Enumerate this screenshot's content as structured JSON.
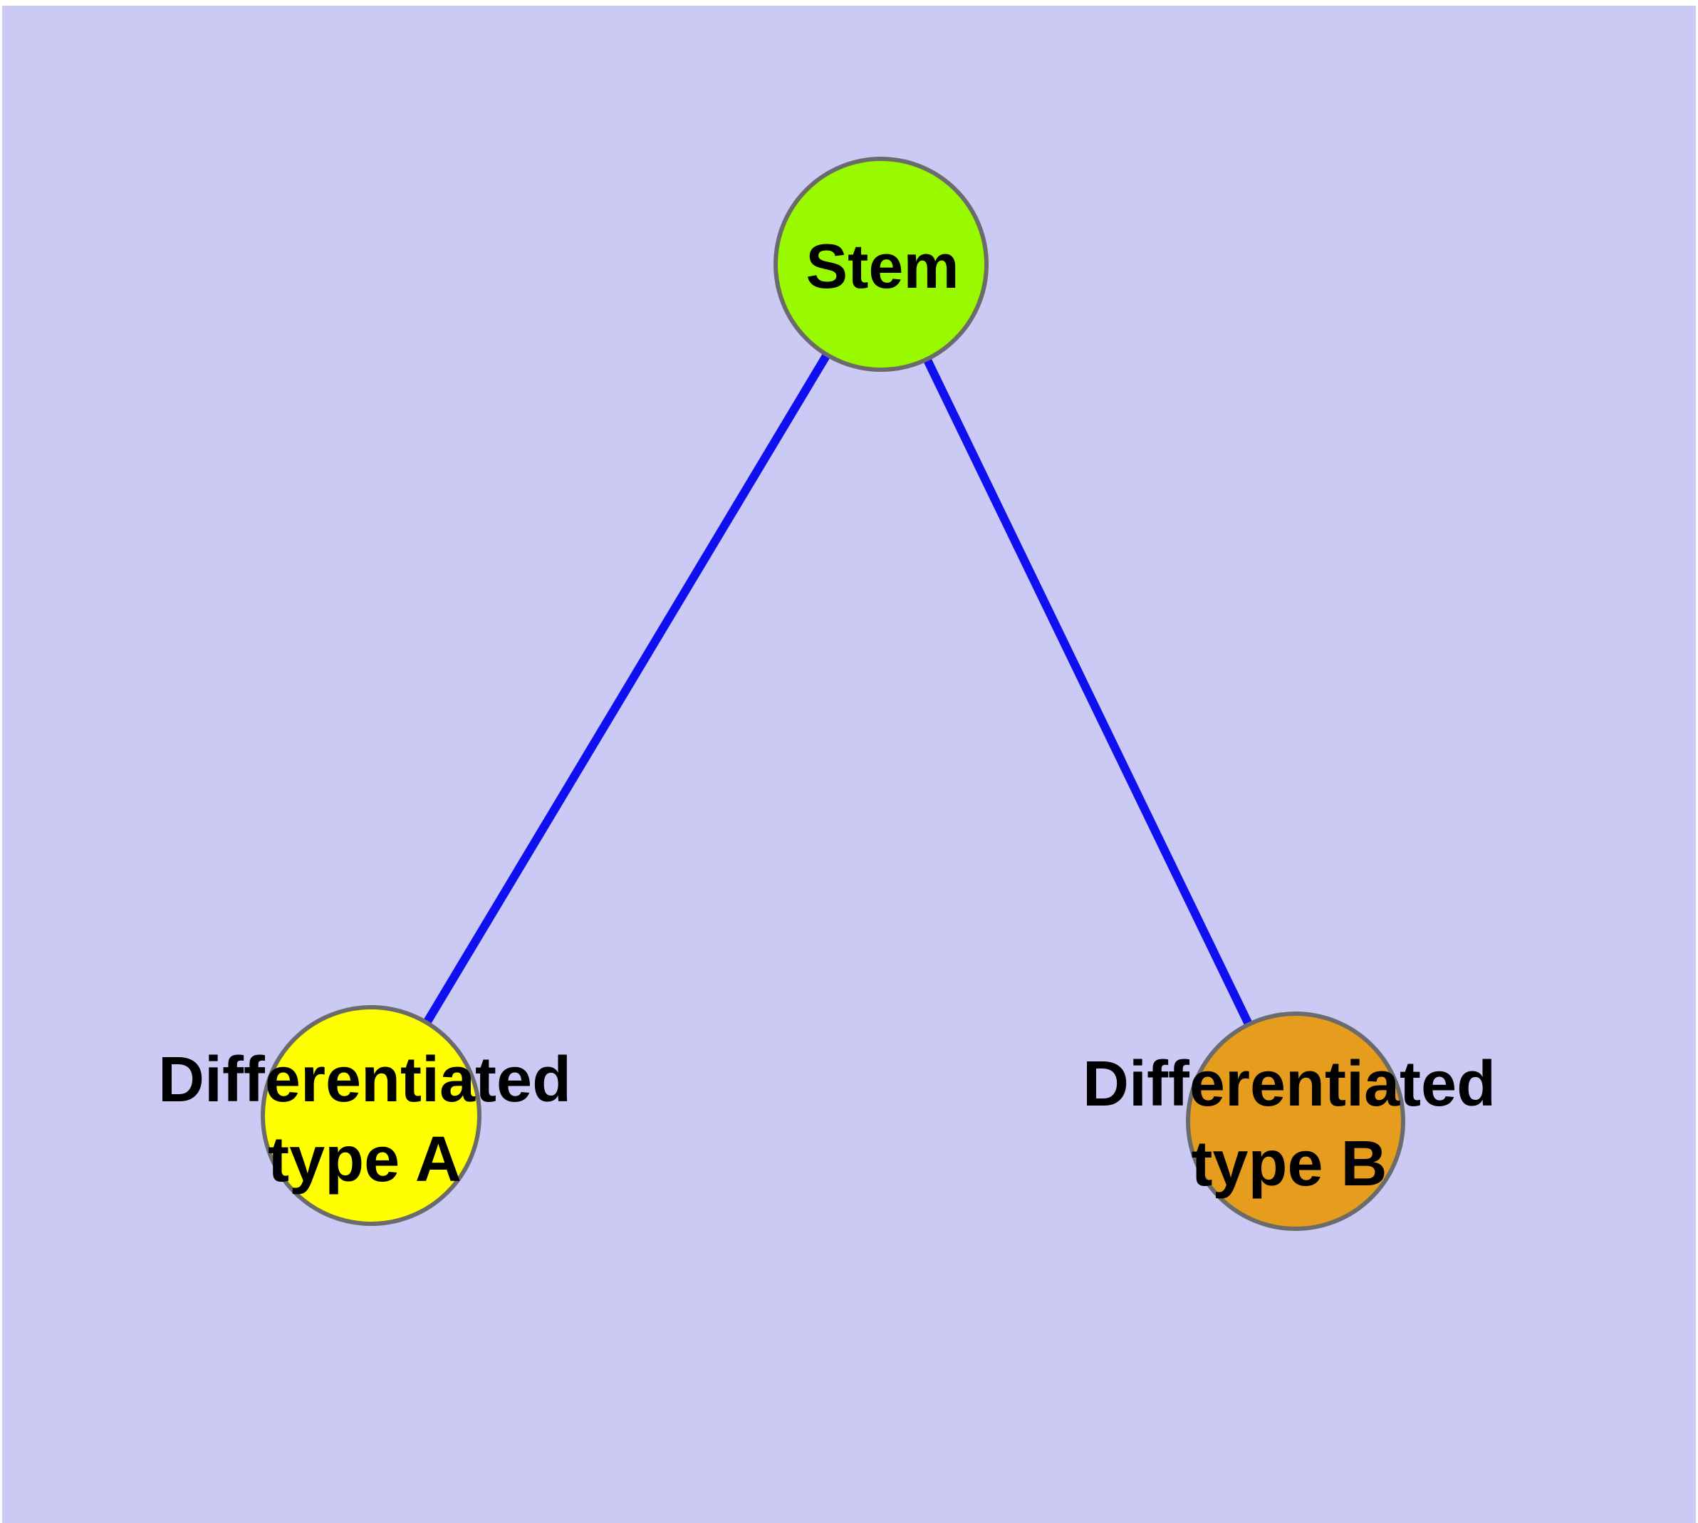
{
  "diagram": {
    "type": "graph",
    "description": "Cell differentiation graph: one stem node connected to two differentiated cell type nodes",
    "background_color": "#CACAF4",
    "page_background": "#FFFFFF",
    "edge_color": "#0F0FF0",
    "node_border_color": "#6B6B6B",
    "label_color": "#000000",
    "nodes": [
      {
        "id": "stem",
        "label": "Stem",
        "lines": [
          "Stem"
        ],
        "fill": "#99FA00"
      },
      {
        "id": "type-a",
        "label": "Differentiated type A",
        "lines": [
          "Differentiated",
          "type A"
        ],
        "fill": "#FFFF00"
      },
      {
        "id": "type-b",
        "label": "Differentiated type B",
        "lines": [
          "Differentiated",
          "type B"
        ],
        "fill": "#E69C1C"
      }
    ],
    "edges": [
      {
        "from": "stem",
        "to": "type-a"
      },
      {
        "from": "stem",
        "to": "type-b"
      }
    ]
  }
}
